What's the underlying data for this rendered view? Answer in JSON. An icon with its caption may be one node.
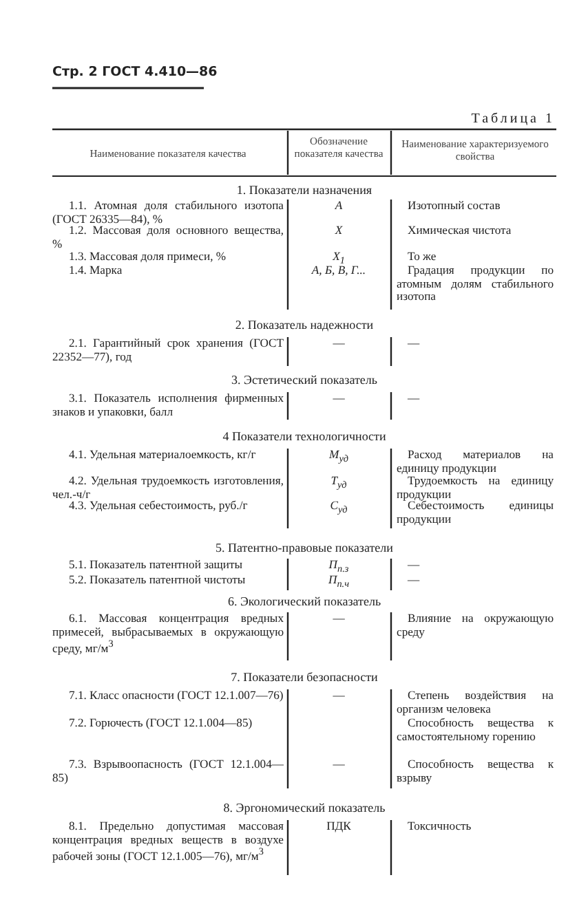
{
  "diagram": {
    "labels": [
      "Стр. 2 ГОСТ 4.410—86",
      "Таблица 1",
      "Наименование показателя качества",
      "Обозначение показателя качества",
      "Наименование характеризуемого свойства",
      "1. Показатели назначения",
      "1.1. Атомная доля стабильного изотопа (ГОСТ 26335—84), %",
      "A",
      "Изотопный состав",
      "1.2. Массовая доля основного вещества, %",
      "X",
      "Химическая чистота",
      "1.3. Массовая доля примеси, %",
      "X$_{1}$",
      "То же",
      "1.4. Марка",
      "А, Б, В, Г...",
      "Градация продукции по атомным долям стабильного изотопа",
      "2. Показатель надежности",
      "2.1. Гарантийный срок хранения (ГОСТ 22352—77), год",
      "—",
      "—",
      "3. Эстетический показатель",
      "3.1. Показатель исполнения фирменных знаков и упаковки, балл",
      "—",
      "—",
      "4 Показатели технологичности",
      "4.1. Удельная материалоемкость, кг/г",
      "M$_{уд}$",
      "Расход материалов на единицу продукции",
      "4.2. Удельная трудоемкость изготовления, чел.-ч/г",
      "T$_{уд}$",
      "Трудоемкость на единицу продукции",
      "4.3. Удельная себестоимость, руб./г",
      "C$_{уд}$",
      "Себестоимость единицы продукции",
      "5. Патентно-правовые показатели",
      "5.1. Показатель патентной защиты",
      "П$_{п.з}$",
      "—",
      "5.2. Показатель патентной чистоты",
      "П$_{п.ч}$",
      "—",
      "6. Экологический показатель",
      "6.1. Массовая концентрация вредных примесей, выбрасываемых в окружающую среду, мг/м$^{3}$",
      "—",
      "Влияние на окружающую среду",
      "7. Показатели безопасности",
      "7.1. Класс опасности (ГОСТ 12.1.007—76)",
      "—",
      "Степень воздействия на организм человека",
      "7.2. Горючесть (ГОСТ 12.1.004—85)",
      "Способность вещества к самостоятельному горению",
      "7.3. Взрывоопасность (ГОСТ 12.1.004—85)",
      "—",
      "Способность вещества к взрыву",
      "8. Эргономический показатель",
      "8.1. Предельно допустимая массовая концентрация вредных веществ в воздухе рабочей зоны (ГОСТ 12.1.005—76), мг/м$^{3}$",
      "ПДК",
      "Токсичность"
    ]
  }
}
